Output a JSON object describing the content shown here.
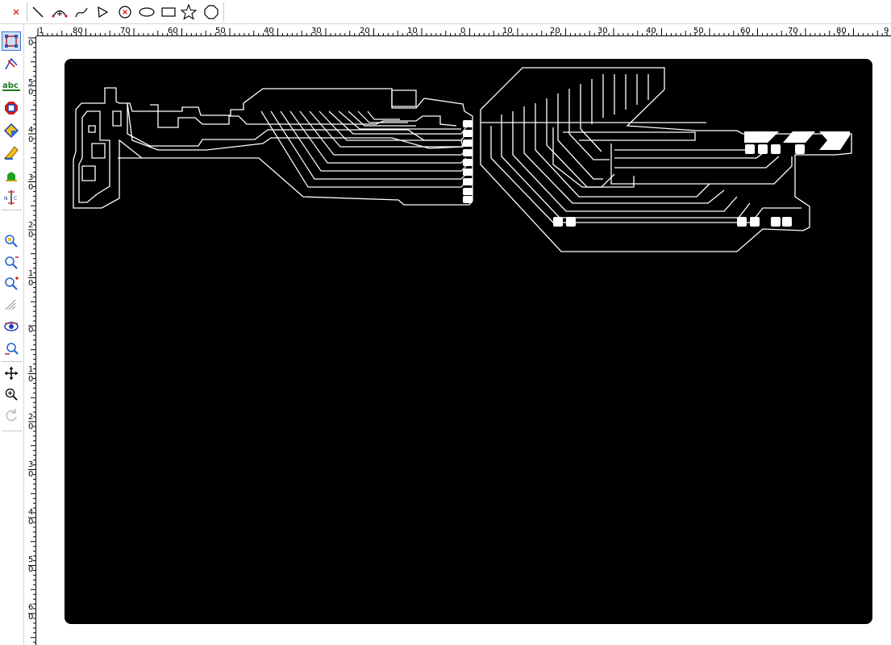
{
  "toolbar": {
    "tools": [
      {
        "name": "delete-tool",
        "icon": "x-icon"
      },
      {
        "name": "line-tool",
        "icon": "line-icon"
      },
      {
        "name": "arc-tool",
        "icon": "arc-icon"
      },
      {
        "name": "curve-tool",
        "icon": "curve-icon"
      },
      {
        "name": "polyline-tool",
        "icon": "polyline-icon"
      },
      {
        "name": "circle-x-tool",
        "icon": "circle-x-icon"
      },
      {
        "name": "ellipse-tool",
        "icon": "ellipse-icon"
      },
      {
        "name": "rectangle-tool",
        "icon": "rectangle-icon"
      },
      {
        "name": "star-tool",
        "icon": "star-icon"
      },
      {
        "name": "polygon-tool",
        "icon": "polygon-icon"
      }
    ]
  },
  "left_toolbar": {
    "tools": [
      {
        "name": "select-tool",
        "icon": "select-icon",
        "active": true
      },
      {
        "name": "node-edit-tool",
        "icon": "node-edit-icon"
      },
      {
        "name": "text-tool",
        "icon": "abc-text-icon",
        "label": "abc"
      },
      {
        "name": "outline-tool",
        "icon": "outline-icon"
      },
      {
        "name": "fill-tool",
        "icon": "fill-icon"
      },
      {
        "name": "pen-tool",
        "icon": "pen-icon"
      },
      {
        "name": "bell-tool",
        "icon": "bell-icon"
      },
      {
        "name": "dimension-tool",
        "icon": "dimension-icon"
      },
      {
        "name": "zoom-fit-tool",
        "icon": "zoom-fit-icon"
      },
      {
        "name": "zoom-out-tool",
        "icon": "zoom-out-icon"
      },
      {
        "name": "zoom-in-tool",
        "icon": "zoom-in-icon"
      },
      {
        "name": "zoom-prev-tool",
        "icon": "zoom-previous-icon"
      },
      {
        "name": "view-tool",
        "icon": "eye-icon"
      },
      {
        "name": "zoom-select-tool",
        "icon": "zoom-selection-icon"
      },
      {
        "name": "pan-tool",
        "icon": "move-icon"
      },
      {
        "name": "zoom-tool",
        "icon": "magnifier-icon"
      },
      {
        "name": "refresh-tool",
        "icon": "refresh-icon"
      }
    ]
  },
  "ruler_top": {
    "labels": [
      "1",
      "80",
      "70",
      "60",
      "50",
      "40",
      "30",
      "20",
      "10",
      "0",
      "10",
      "20",
      "30",
      "40",
      "50",
      "60",
      "70",
      "80",
      "9"
    ]
  },
  "ruler_left": {
    "labels": [
      "0",
      "50",
      "40",
      "30",
      "20",
      "10",
      "0",
      "10",
      "20",
      "30",
      "40",
      "50",
      "60"
    ]
  },
  "colors": {
    "board": "#000000",
    "copper": "#ffffff",
    "active_tool": "#cfe0f5"
  }
}
